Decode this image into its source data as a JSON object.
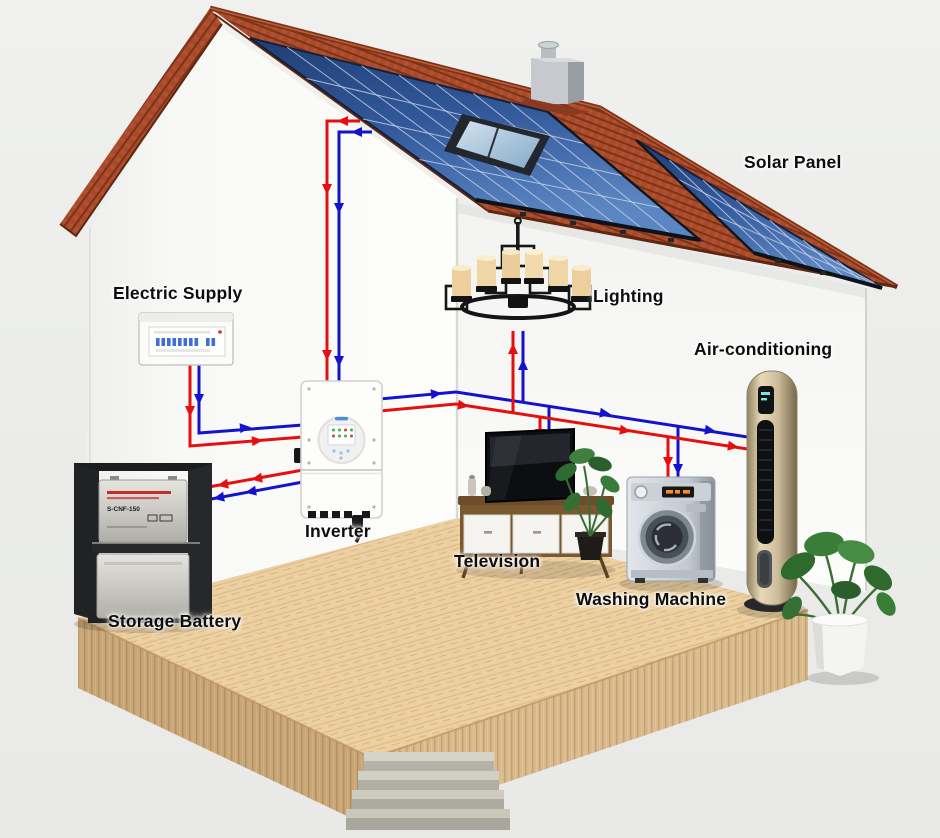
{
  "labels": {
    "solar_panel": "Solar Panel",
    "electric_supply": "Electric Supply",
    "lighting": "Lighting",
    "air_conditioning": "Air-conditioning",
    "inverter": "Inverter",
    "television": "Television",
    "washing_machine": "Washing Machine",
    "storage_battery": "Storage Battery"
  },
  "battery": {
    "model": "S-CNF-150"
  },
  "colors": {
    "wire_live": "#e60f0f",
    "wire_neutral": "#1512cd",
    "panel_blue": "#2f5799",
    "roof_tile": "#a8492a",
    "floor_wood": "#ecd0a2",
    "ac_body": "#cdbc9c",
    "wall_white": "#f8f8f6"
  }
}
